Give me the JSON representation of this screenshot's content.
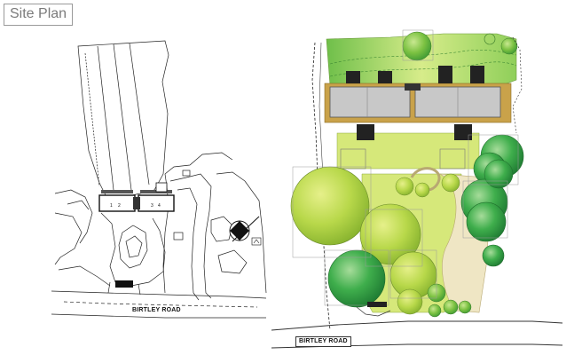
{
  "page": {
    "title": "Site Plan"
  },
  "left_plan": {
    "road_label": "BIRTLEY ROAD",
    "units": [
      "1",
      "2",
      "3",
      "4"
    ]
  },
  "right_plan": {
    "road_label": "BIRTLEY ROAD"
  },
  "colors": {
    "tree_light": "#b8d84a",
    "tree_mid": "#7cc242",
    "tree_dark": "#2f9a3e",
    "roof": "#c8c8c8",
    "terrace": "#c9a24a",
    "driveway": "#efe6c4",
    "lawn": "#d6e87a"
  }
}
